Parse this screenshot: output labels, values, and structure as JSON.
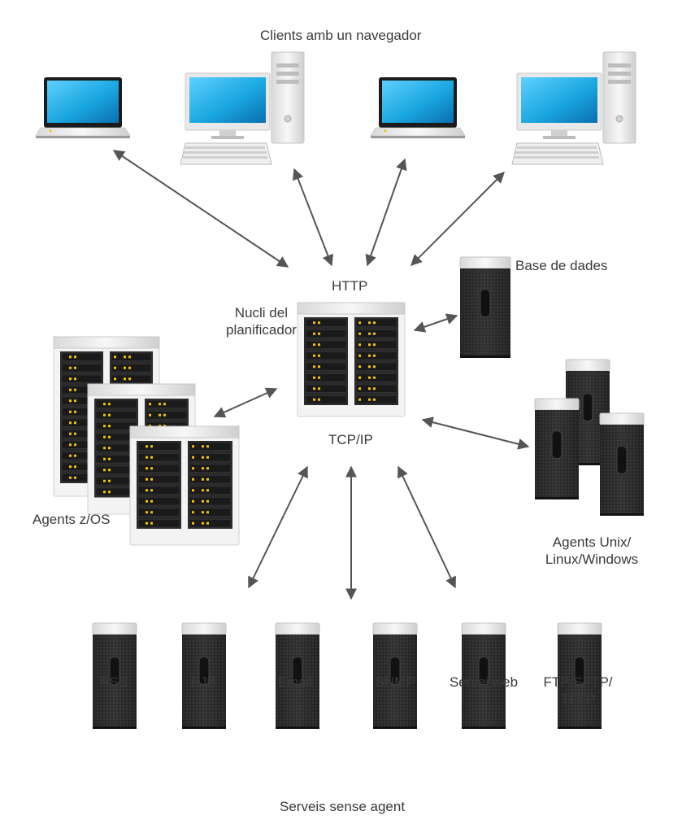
{
  "labels": {
    "clients": "Clients amb un navegador",
    "http": "HTTP",
    "core_line1": "Nucli del",
    "core_line2": "planificador",
    "database": "Base de dades",
    "tcpip": "TCP/IP",
    "zos_agents": "Agents z/OS",
    "unix_line1": "Agents Unix/",
    "unix_line2": "Linux/Windows",
    "agentless": "Serveis sense agent"
  },
  "services": [
    {
      "lines": [
        "RSS"
      ]
    },
    {
      "lines": [
        "EJB"
      ]
    },
    {
      "lines": [
        "Email"
      ]
    },
    {
      "lines": [
        "SNMP"
      ]
    },
    {
      "lines": [
        "Servei web"
      ]
    },
    {
      "lines": [
        "FTP/SFTP/",
        "TFTP"
      ]
    }
  ],
  "colors": {
    "screen": "#1aa7e0",
    "arrow": "#555555",
    "led": "#f2c200",
    "tower": "#2b2b2b",
    "label": "#3a3a3a"
  },
  "icons": {
    "laptop": "laptop-icon",
    "desktop": "desktop-computer-icon",
    "tower": "tower-server-icon",
    "rack": "rack-server-icon"
  }
}
